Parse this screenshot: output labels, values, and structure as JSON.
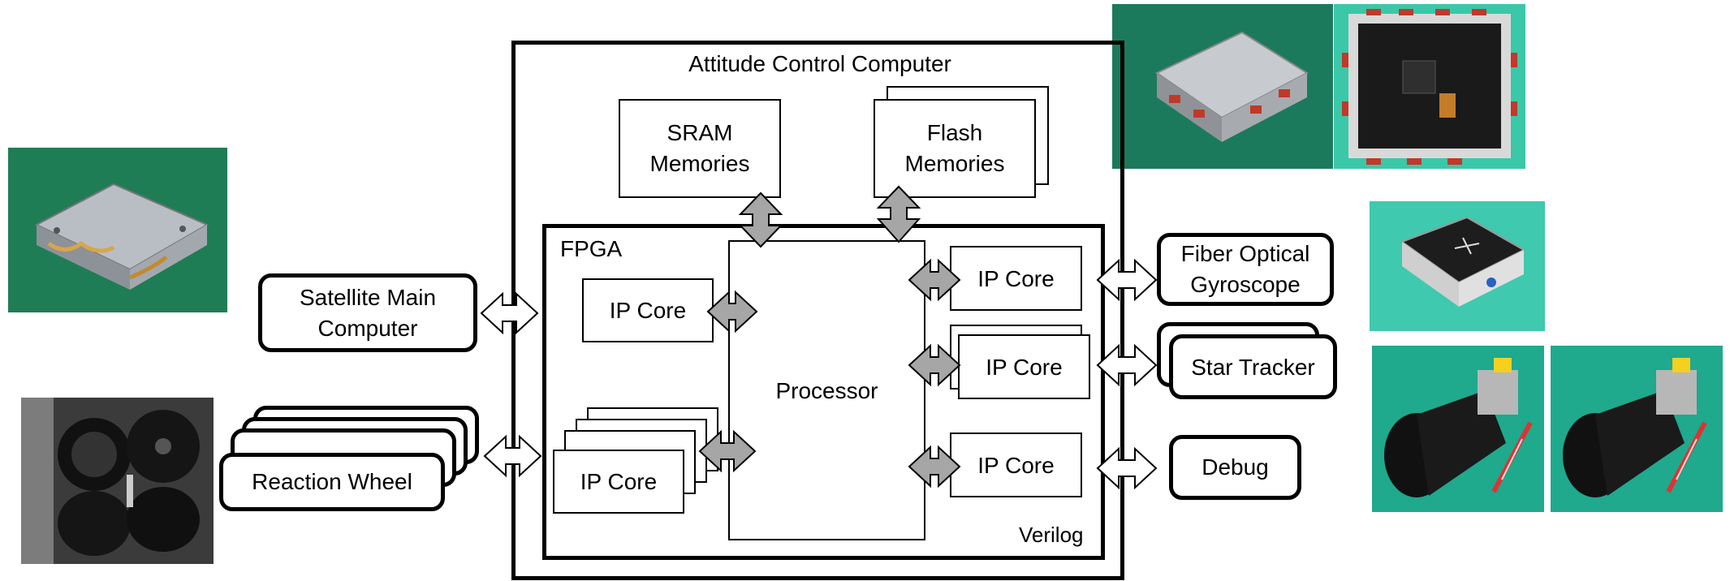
{
  "diagram": {
    "acc_title": "Attitude Control Computer",
    "sram_label": "SRAM\nMemories",
    "flash_label": "Flash\nMemories",
    "fpga_label": "FPGA",
    "processor_label": "Processor",
    "verilog_label": "Verilog",
    "ip_core_label": "IP Core",
    "satellite_main_computer": "Satellite Main\nComputer",
    "reaction_wheel": "Reaction Wheel",
    "fiber_optical_gyroscope": "Fiber Optical\nGyroscope",
    "star_tracker": "Star Tracker",
    "debug": "Debug"
  },
  "colors": {
    "line": "#000000",
    "arrow_fill_gray": "#a6a6a6",
    "arrow_fill_white": "#ffffff",
    "photo_green_bg": "#1f7a4f",
    "photo_teal_bg": "#22b6a0"
  },
  "photos": [
    {
      "name": "acc-module-photo",
      "icon": "enclosure-photo"
    },
    {
      "name": "acc-board-photo",
      "icon": "pcb-photo"
    },
    {
      "name": "gyroscope-photo",
      "icon": "black-box-photo"
    },
    {
      "name": "star-tracker-photo-1",
      "icon": "star-tracker-photo"
    },
    {
      "name": "star-tracker-photo-2",
      "icon": "star-tracker-photo"
    },
    {
      "name": "satellite-computer-photo",
      "icon": "enclosure-photo"
    },
    {
      "name": "reaction-wheel-photo",
      "icon": "reaction-wheels-photo"
    }
  ]
}
